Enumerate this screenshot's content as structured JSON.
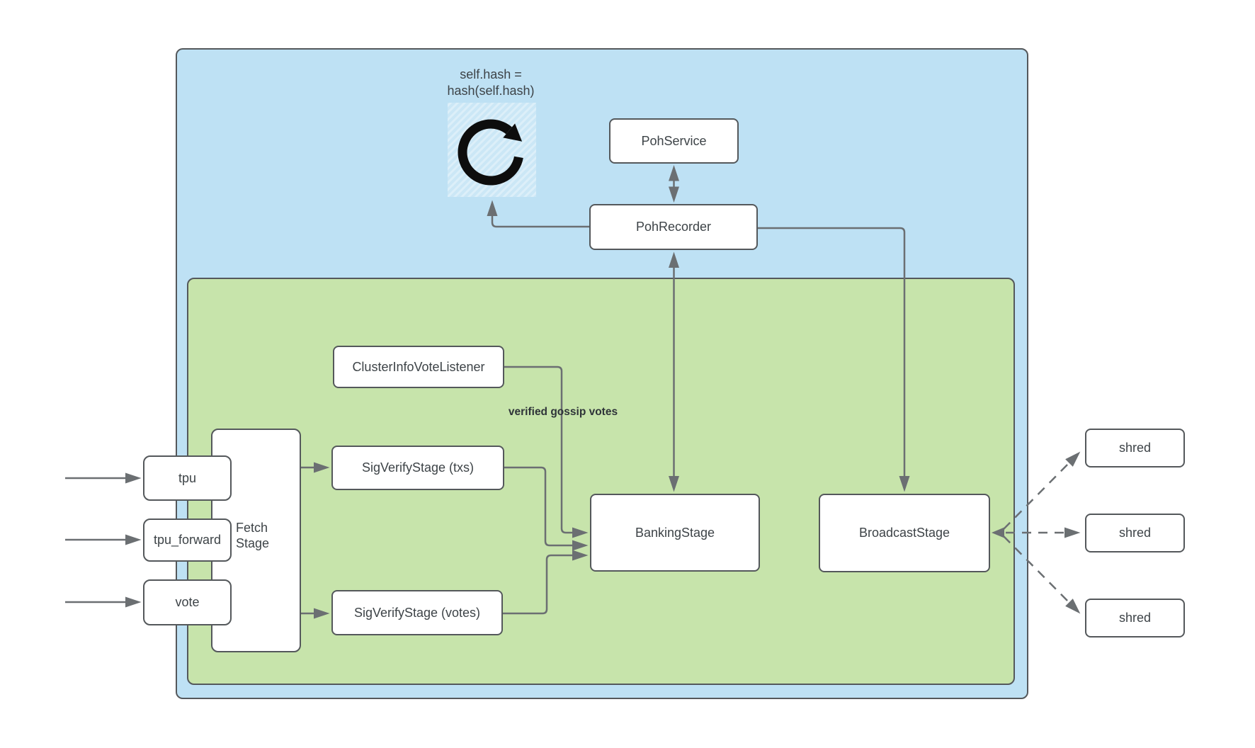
{
  "colors": {
    "canvas": "#ffffff",
    "container_blue": "#bee1f4",
    "container_green": "#c7e4ab",
    "node_fill": "#ffffff",
    "node_border": "#54585b",
    "connector": "#6b6f72",
    "text": "#3d4347",
    "bold_label": "#2e3338",
    "icon": "#0d0d0d"
  },
  "nodes": {
    "poh_service": {
      "label": "PohService"
    },
    "poh_recorder": {
      "label": "PohRecorder"
    },
    "cluster_info_vote_listener": {
      "label": "ClusterInfoVoteListener"
    },
    "sig_verify_txs": {
      "label": "SigVerifyStage (txs)"
    },
    "sig_verify_votes": {
      "label": "SigVerifyStage (votes)"
    },
    "fetch_stage": {
      "label": "Fetch Stage"
    },
    "tpu": {
      "label": "tpu"
    },
    "tpu_forward": {
      "label": "tpu_forward"
    },
    "vote": {
      "label": "vote"
    },
    "banking_stage": {
      "label": "BankingStage"
    },
    "broadcast_stage": {
      "label": "BroadcastStage"
    },
    "shred_top": {
      "label": "shred"
    },
    "shred_middle": {
      "label": "shred"
    },
    "shred_bottom": {
      "label": "shred"
    }
  },
  "annotations": {
    "hash_loop": "self.hash =\nhash(self.hash)",
    "gossip": "verified gossip votes"
  },
  "icons": {
    "refresh": "clockwise-loop-icon"
  }
}
